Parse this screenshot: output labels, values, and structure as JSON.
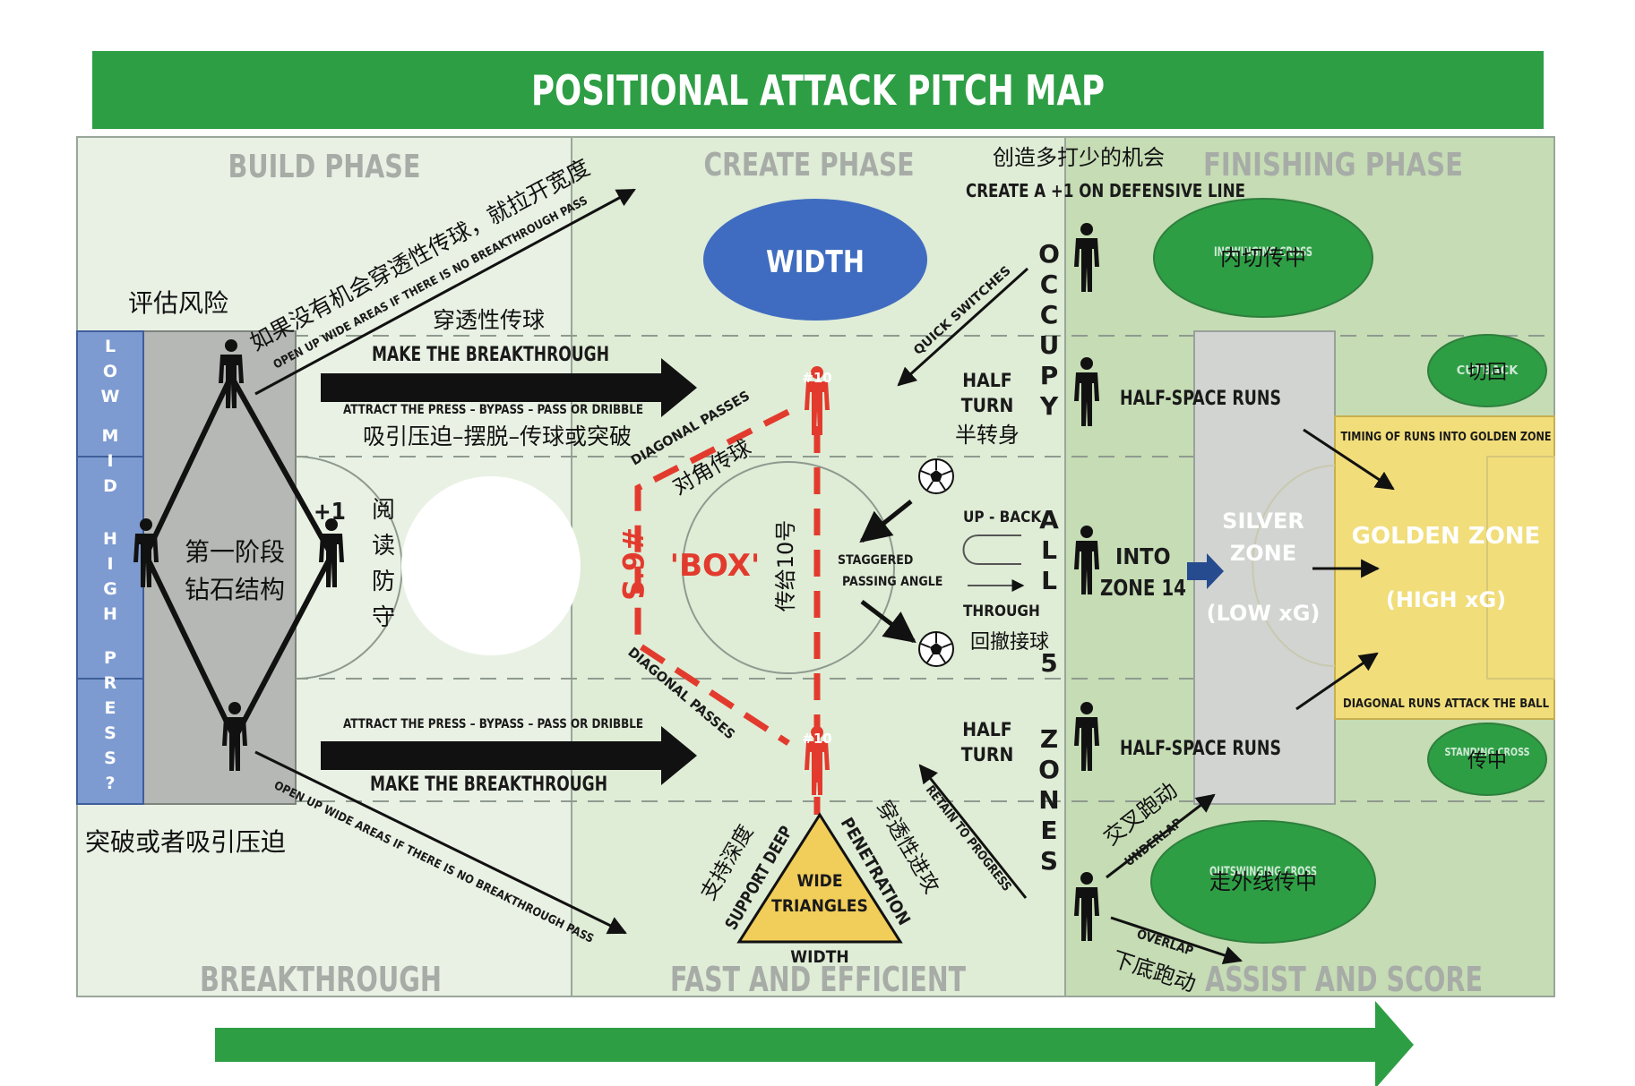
{
  "title": "POSITIONAL ATTACK PITCH MAP",
  "phases": {
    "build": "BUILD PHASE",
    "create": "CREATE PHASE",
    "finishing": "FINISHING PHASE",
    "breakthrough": "BREAKTHROUGH",
    "fast": "FAST AND EFFICIENT",
    "assist": "ASSIST AND SCORE"
  },
  "press_bar": {
    "low": "LOW",
    "mid": "MID",
    "high": "HIGH",
    "press": "PRESS?"
  },
  "build": {
    "assess_risk": "评估风险",
    "diamond_cn_1": "第一阶段",
    "diamond_cn_2": "钻石结构",
    "plus_one": "+1",
    "read_defense": [
      "阅",
      "读",
      "防",
      "守"
    ],
    "break_or_press": "突破或者吸引压迫",
    "open_wide_cn": "如果没有机会穿透性传球，就拉开宽度",
    "open_wide_en": "OPEN UP WIDE AREAS IF THERE IS NO BREAKTHROUGH PASS",
    "penetrating_pass_cn": "穿透性传球",
    "make_breakthrough": "MAKE THE BREAKTHROUGH",
    "attract_press": "ATTRACT THE PRESS – BYPASS – PASS OR DRIBBLE",
    "attract_press_cn": "吸引压迫–摆脱–传球或突破"
  },
  "create": {
    "width": "WIDTH",
    "diagonal_passes": "DIAGONAL PASSES",
    "diagonal_cn": "对角传球",
    "sixes": "#6'S",
    "box": "'BOX'",
    "pass_to_10": "传给10号",
    "ten": "#10",
    "staggered_1": "STAGGERED",
    "staggered_2": "PASSING ANGLE",
    "up_back": "UP - BACK",
    "through": "THROUGH",
    "drop_receive": "回撤接球",
    "half_turn_1": "HALF",
    "half_turn_2": "TURN",
    "half_turn_cn": "半转身",
    "quick_switches": "QUICK SWITCHES",
    "retain": "RETAIN TO PROGRESS",
    "support_deep": "SUPPORT DEEP",
    "support_cn": "支持深度",
    "penetration": "PENETRATION",
    "penetration_cn": "穿透性进攻",
    "wide_triangles_1": "WIDE",
    "wide_triangles_2": "TRIANGLES",
    "width_small": "WIDTH"
  },
  "finish": {
    "overload_cn": "创造多打少的机会",
    "overload_en": "CREATE A +1 ON DEFENSIVE LINE",
    "occupy": "OCCUPY",
    "all": "ALL",
    "five": "5",
    "zones": "ZONES",
    "inswinging_cn": "内切传中",
    "inswinging_en": "INSWINGING CROSS",
    "cutback_cn": "切回",
    "cutback_en": "CUTBACK",
    "standing_cn": "传中",
    "standing_en": "STANDING CROSS",
    "outswinging_cn": "走外线传中",
    "outswinging_en": "OUTSWINGING CROSS",
    "half_space_runs": "HALF-SPACE RUNS",
    "into_1": "INTO",
    "into_2": "ZONE 14",
    "silver_1": "SILVER",
    "silver_2": "ZONE",
    "silver_3": "(LOW xG)",
    "golden_1": "GOLDEN ZONE",
    "golden_2": "(HIGH xG)",
    "timing": "TIMING OF RUNS INTO GOLDEN ZONE",
    "diagonal_runs": "DIAGONAL RUNS ATTACK THE BALL",
    "underlap": "UNDERLAP",
    "underlap_cn": "交叉跑动",
    "overlap": "OVERLAP",
    "overlap_cn": "下底跑动"
  },
  "colors": {
    "banner": "#2e9e45",
    "pitch_light": "#e8f1e3",
    "pitch_mid": "#dce9d3",
    "pitch_dark": "#c4dcb2",
    "press_bar": "#7d9bd0",
    "ellipse_blue": "#3f6cc0",
    "ellipse_green": "#2e9e45",
    "red": "#e23b2e",
    "golden": "#f1dd7a",
    "silver": "#d0d3d0"
  }
}
